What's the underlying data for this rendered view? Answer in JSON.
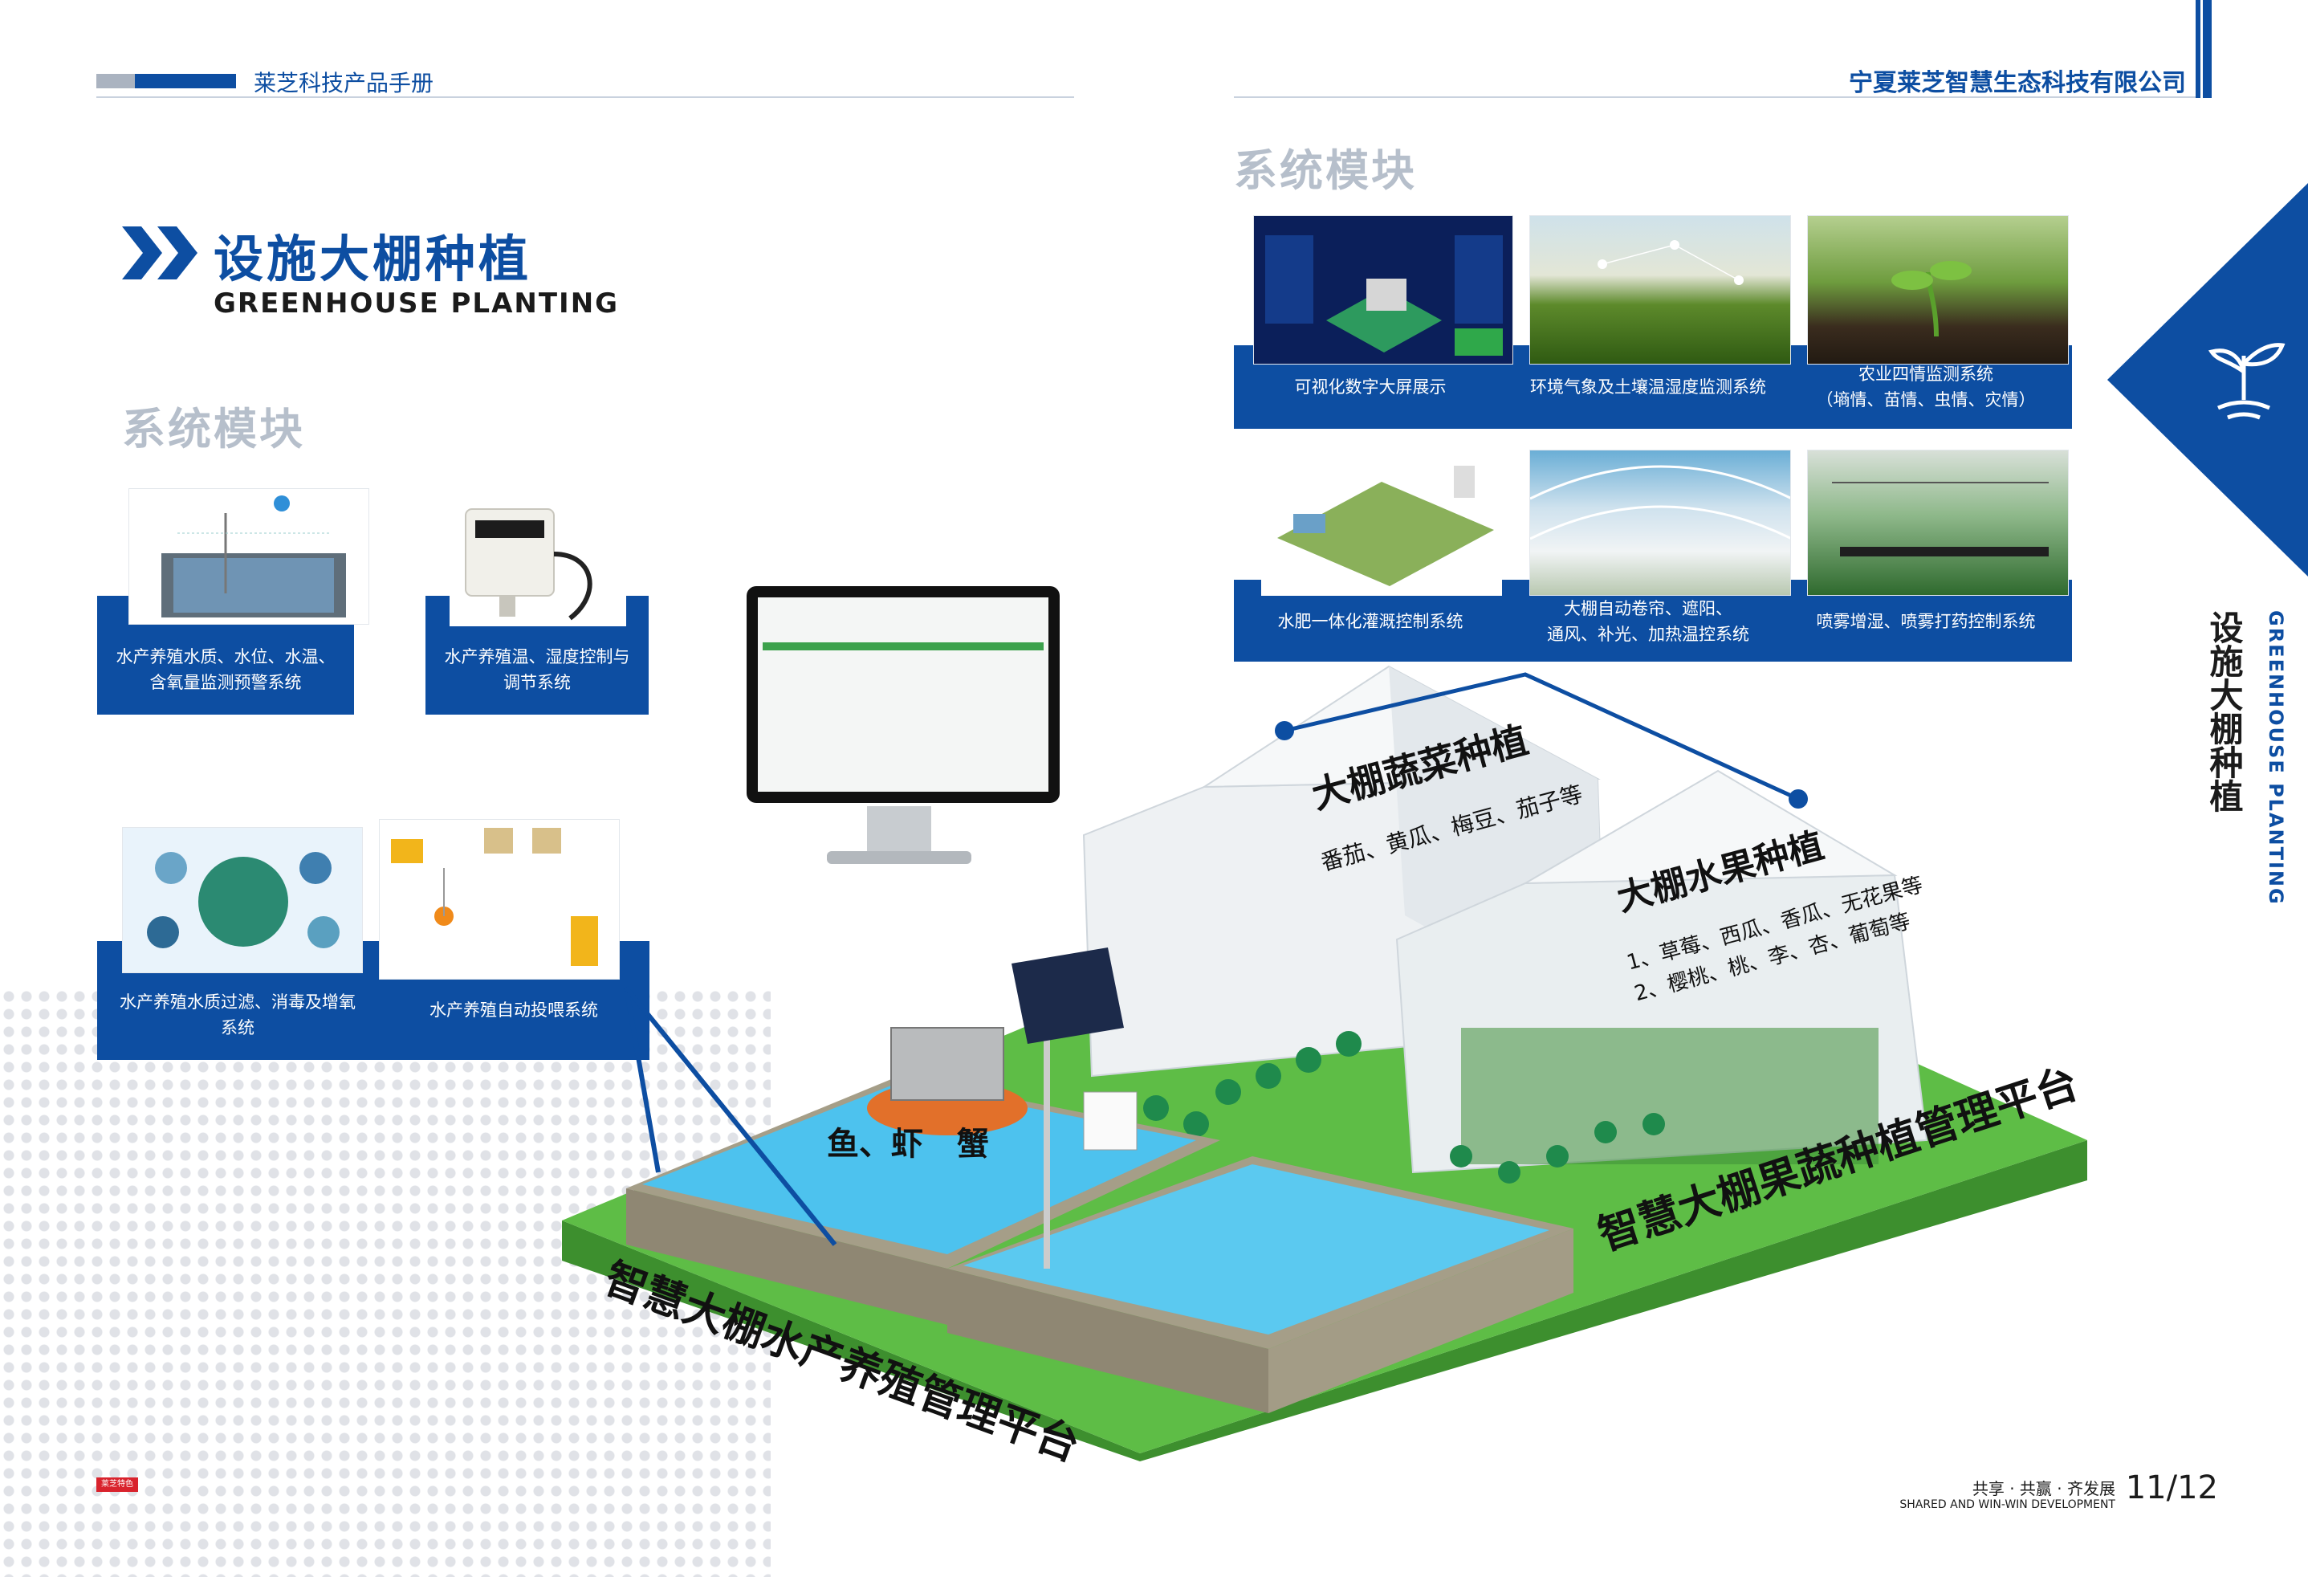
{
  "header": {
    "left_title": "莱芝科技产品手册",
    "company": "宁夏莱芝智慧生态科技有限公司"
  },
  "title": {
    "cn": "设施大棚种植",
    "en": "GREENHOUSE PLANTING"
  },
  "section_label": "系统模块",
  "left_modules": [
    {
      "label": "水产养殖水质、水位、水温、含氧量监测预警系统"
    },
    {
      "label": "水产养殖温、湿度控制与调节系统"
    },
    {
      "label": "水产养殖水质过滤、消毒及增氧系统"
    },
    {
      "label": "水产养殖自动投喂系统"
    }
  ],
  "right_modules": [
    {
      "label": "可视化数字大屏展示"
    },
    {
      "label": "环境气象及土壤温湿度监测系统"
    },
    {
      "label": "农业四情监测系统",
      "sub": "（墒情、苗情、虫情、灾情）"
    },
    {
      "label": "水肥一体化灌溉控制系统"
    },
    {
      "label": "大棚自动卷帘、遮阳、",
      "sub": "通风、补光、加热温控系统"
    },
    {
      "label": "喷雾增湿、喷雾打药控制系统"
    }
  ],
  "illustration": {
    "veg_title": "大棚蔬菜种植",
    "veg_items": "番茄、黄瓜、梅豆、茄子等",
    "fruit_title": "大棚水果种植",
    "fruit_items_1": "1、草莓、西瓜、香瓜、无花果等",
    "fruit_items_2": "2、樱桃、桃、李、杏、葡萄等",
    "pond_label": "鱼、虾   蟹",
    "aqua_platform": "智慧大棚水产养殖管理平台",
    "crop_platform": "智慧大棚果蔬种植管理平台"
  },
  "side_tab": {
    "cn": "设施大棚种植",
    "en": "GREENHOUSE PLANTING",
    "icon": "sprout-icon"
  },
  "footer": {
    "slogan_cn": "共享 · 共赢 · 齐发展",
    "slogan_en": "SHARED AND WIN-WIN DEVELOPMENT",
    "page": "11/12",
    "badge": "莱芝特色"
  },
  "colors": {
    "brand_blue": "#0d4ea2",
    "grey_text": "#b6bfcb",
    "grass": "#58b947",
    "water": "#58c8ef"
  }
}
